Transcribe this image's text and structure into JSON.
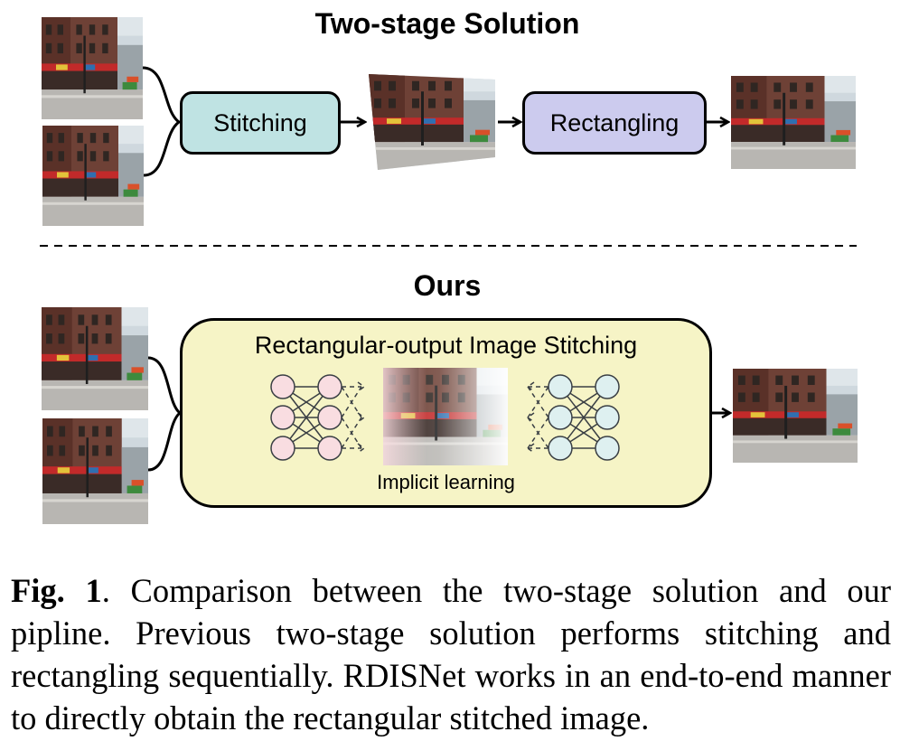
{
  "top": {
    "title": "Two-stage Solution",
    "stitching_label": "Stitching",
    "rectangling_label": "Rectangling"
  },
  "bottom": {
    "title": "Ours",
    "box_label": "Rectangular-output Image Stitching",
    "implicit_label": "Implicit learning"
  },
  "caption": {
    "label": "Fig. 1",
    "text": ". Comparison between the two-stage solution and our pipline. Previous two-stage solution performs stitching and rectangling sequentially. RDISNet works in an end-to-end manner to directly obtain the rectangular stitched image."
  },
  "colors": {
    "stitching_box": "#bfe3e3",
    "rectangling_box": "#cccbee",
    "ours_box": "#f6f4c6",
    "encoder_nodes": "#f9dde1",
    "decoder_nodes": "#def0f0"
  }
}
